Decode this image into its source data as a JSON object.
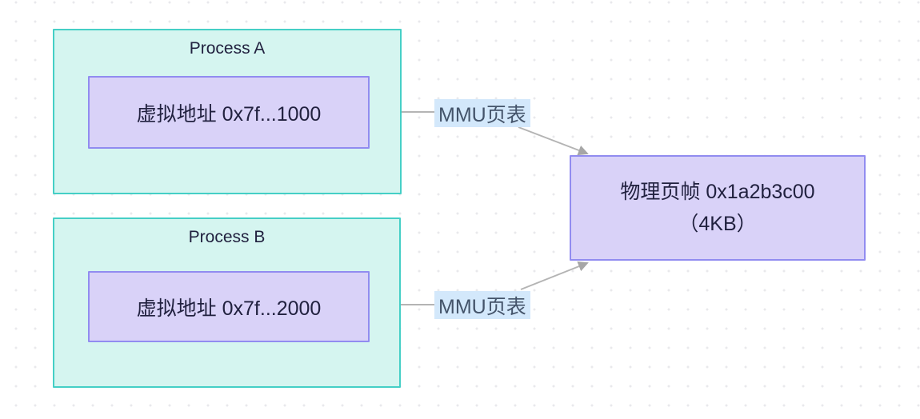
{
  "diagram": {
    "process_a": {
      "title": "Process A",
      "vaddr": "虚拟地址 0x7f...1000"
    },
    "process_b": {
      "title": "Process B",
      "vaddr": "虚拟地址 0x7f...2000"
    },
    "physical_frame": {
      "line1": "物理页帧 0x1a2b3c00",
      "line2": "（4KB）"
    },
    "edges": {
      "mmu_top": {
        "label": "MMU页表"
      },
      "mmu_bottom": {
        "label": "MMU页表"
      }
    }
  },
  "colors": {
    "process_border": "#45cfc6",
    "process_fill": "#d5f5f0",
    "purple_border": "#918cf0",
    "purple_fill": "#d9d2f8",
    "edge_label_bg": "#d3e8fb",
    "edge_label_text": "#44546a",
    "connector_line": "#b4b4b4",
    "arrowhead": "#a6a6a6",
    "text": "#21213f",
    "grid_dot": "#e9e9ec"
  }
}
